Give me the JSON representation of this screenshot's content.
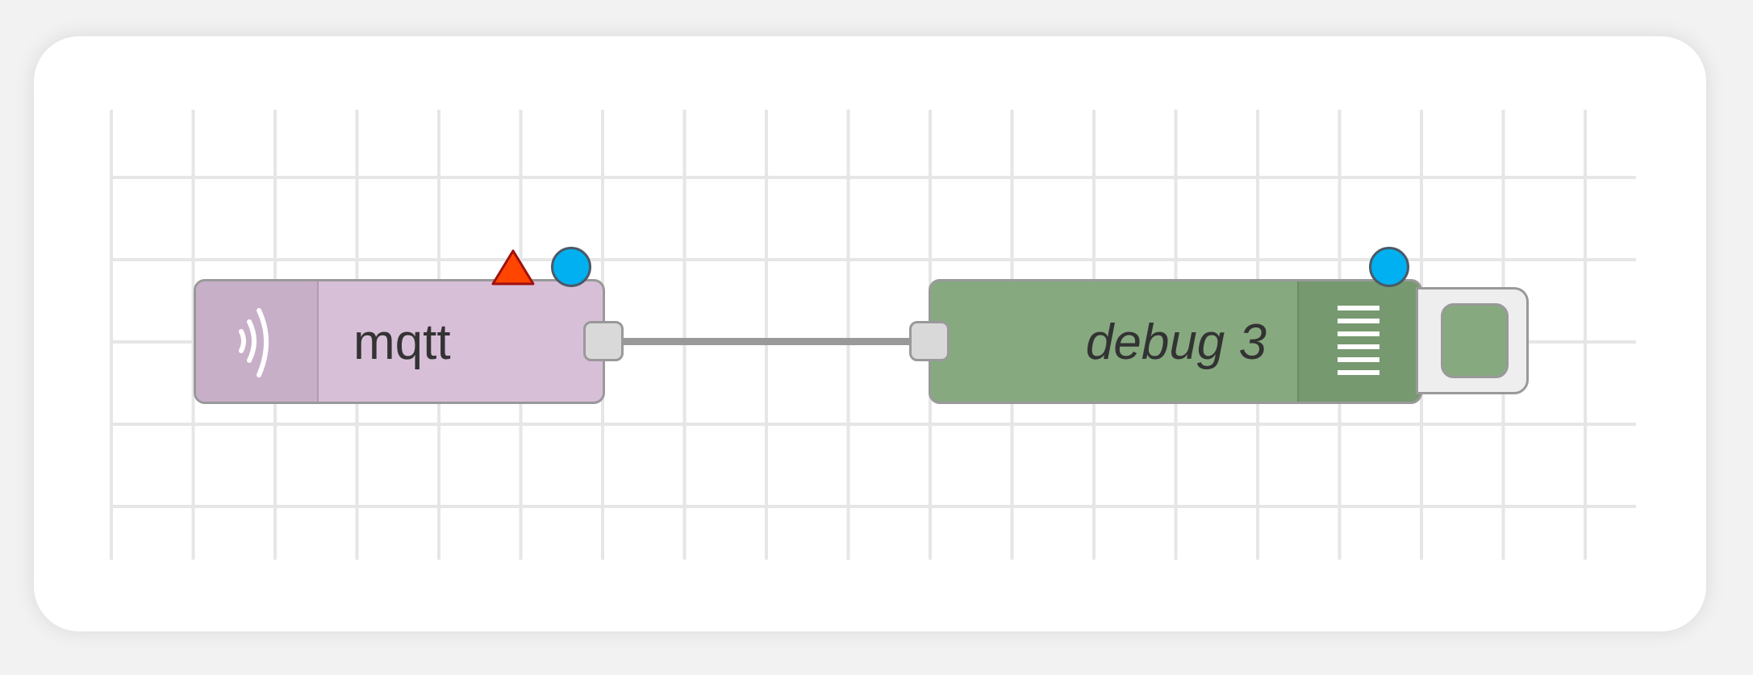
{
  "flow": {
    "nodes": [
      {
        "id": "mqtt",
        "label": "mqtt",
        "color": "#d8bfd8",
        "icon": "wifi-signal-icon",
        "status": "warning-changed"
      },
      {
        "id": "debug",
        "label": "debug 3",
        "color": "#87a980",
        "icon": "list-lines-icon",
        "toggle": "enabled"
      }
    ],
    "wire": {
      "from": "mqtt",
      "to": "debug"
    }
  },
  "colors": {
    "grid": "#e6e6e6",
    "wire": "#999999",
    "status_dot": "#00b0f0",
    "warning": "#ff4500"
  }
}
